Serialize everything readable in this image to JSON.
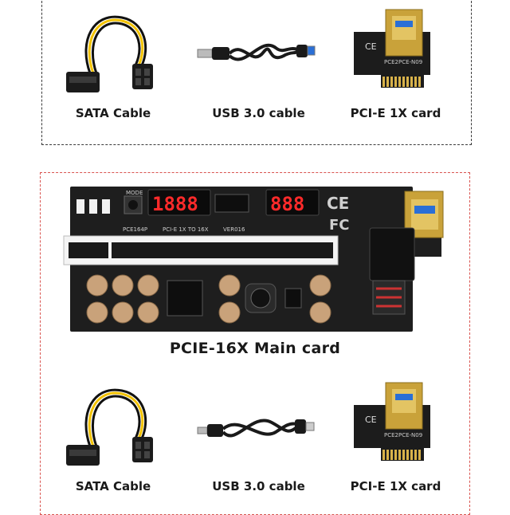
{
  "top_row": {
    "items": [
      {
        "label": "SATA Cable"
      },
      {
        "label": "USB 3.0  cable"
      },
      {
        "label": "PCI-E 1X card"
      }
    ]
  },
  "main_card": {
    "caption": "PCIE-16X Main card",
    "silkscreen": {
      "mode": "MODE",
      "model": "PCE164P",
      "desc": "PCI-E 1X TO 16X",
      "version": "VER016",
      "display_left": "1888",
      "display_right": "888",
      "ce": "CE",
      "fc": "FC"
    }
  },
  "bottom_row": {
    "items": [
      {
        "label": "SATA Cable"
      },
      {
        "label": "USB 3.0  cable"
      },
      {
        "label": "PCI-E 1X card"
      }
    ]
  },
  "small_card_text": "PCE2PCE-N09"
}
